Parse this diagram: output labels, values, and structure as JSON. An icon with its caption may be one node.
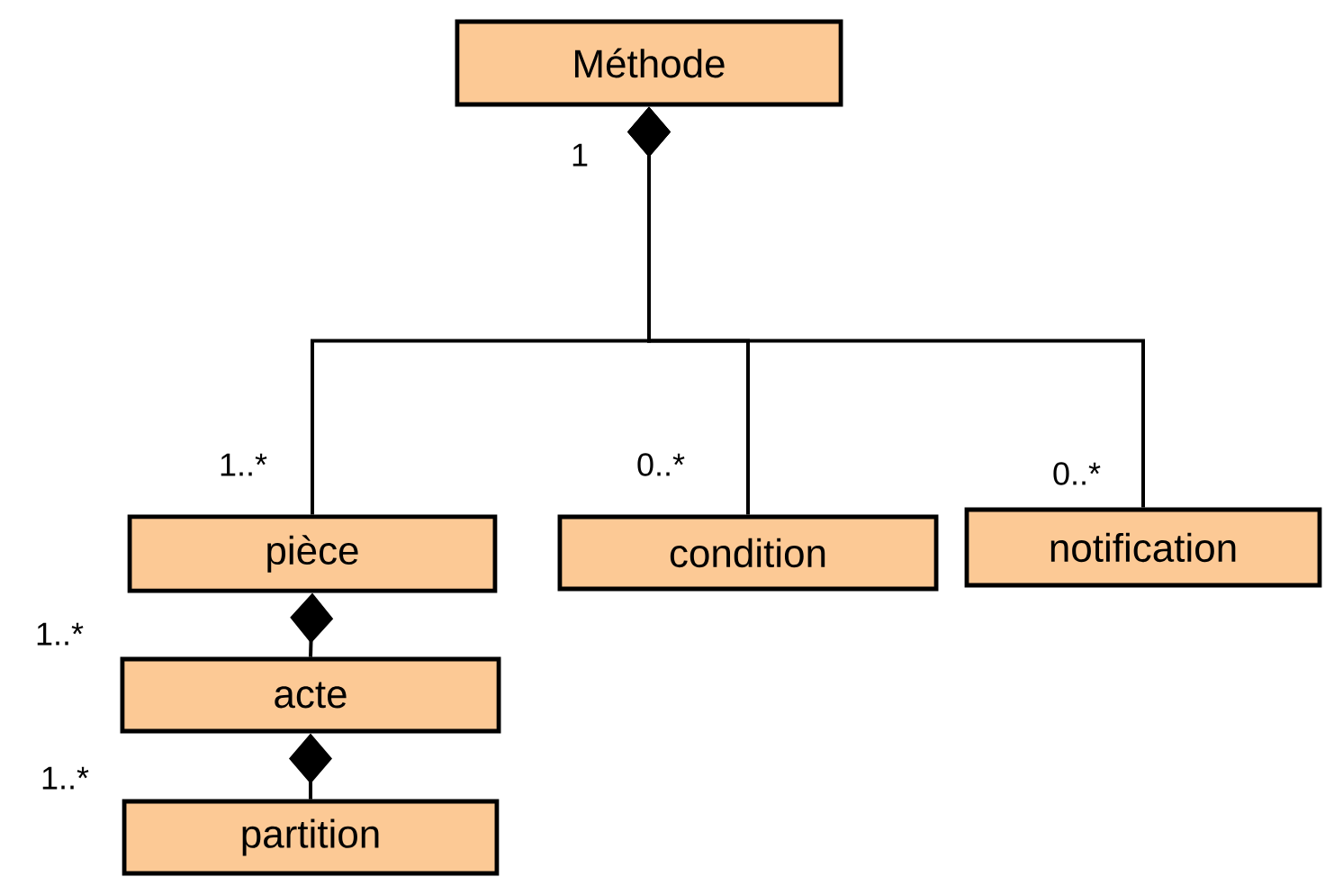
{
  "diagram": {
    "nodes": [
      {
        "text": [
          "Méthode"
        ]
      },
      {
        "text": [
          "pièce"
        ]
      },
      {
        "text": [
          "condition"
        ]
      },
      {
        "text": [
          "notification"
        ]
      },
      {
        "text": [
          "acte"
        ]
      },
      {
        "text": [
          "partition"
        ]
      }
    ],
    "edges": [
      {
        "from": 0,
        "to": 1,
        "arrow": "other"
      },
      {
        "from": 0,
        "to": 2,
        "arrow": "other"
      },
      {
        "from": 0,
        "to": 3,
        "arrow": "other"
      },
      {
        "from": 1,
        "to": 4,
        "arrow": "other"
      },
      {
        "from": 4,
        "to": 5,
        "arrow": "other"
      }
    ],
    "labels": [
      "1",
      "1..*",
      "0..*",
      "0..*",
      "1..*",
      "1..*"
    ]
  }
}
